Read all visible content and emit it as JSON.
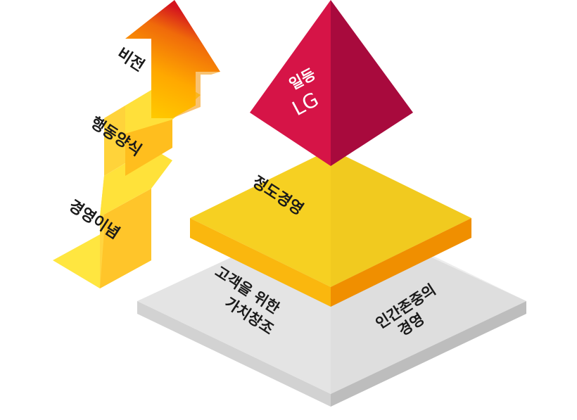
{
  "staircase": {
    "steps": [
      "경영이념",
      "행동양식",
      "비전"
    ]
  },
  "pyramid": {
    "top_line1": "일등",
    "top_line2": "LG",
    "middle": "정도경영",
    "base_left_line1": "고객을 위한",
    "base_left_line2": "가치창조",
    "base_right_line1": "인간존중의",
    "base_right_line2": "경영"
  },
  "colors": {
    "lg_red": "#C70F3C",
    "lg_red_dark": "#A8093A",
    "gold": "#F7CF20",
    "gold_dark": "#E3A80A",
    "orange": "#F39700",
    "gray": "#E3E3E3",
    "gray_dark": "#C8C8C8"
  }
}
